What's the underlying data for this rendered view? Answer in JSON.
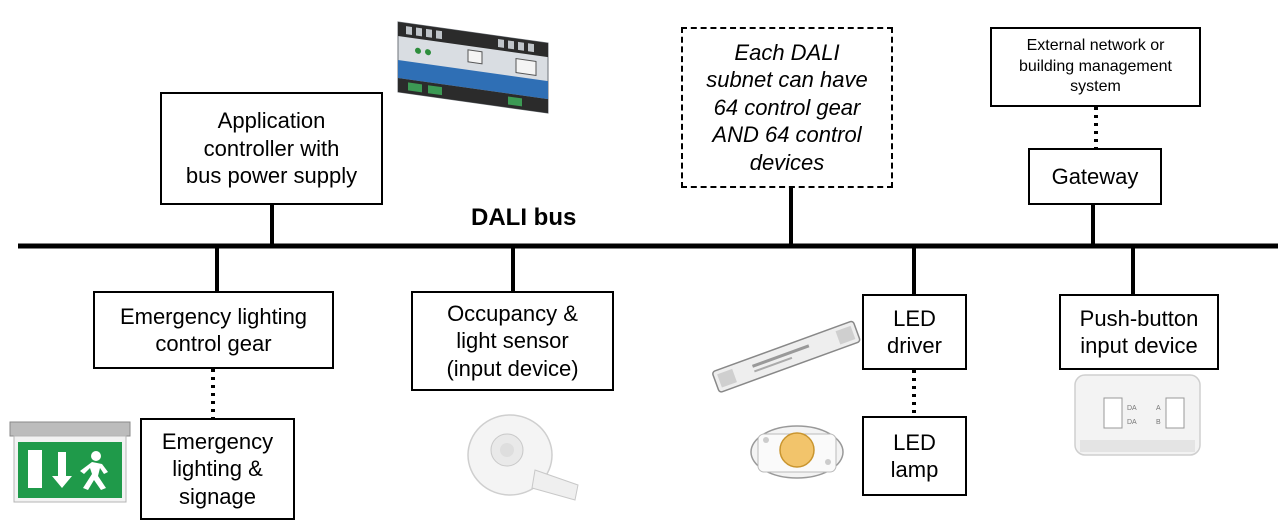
{
  "bus_label": "DALI bus",
  "nodes": {
    "app_controller": "Application\ncontroller with\nbus power supply",
    "subnet_note": "Each DALI\nsubnet can have\n64 control gear\nAND 64 control\ndevices",
    "external_network": "External network or\nbuilding management\nsystem",
    "gateway": "Gateway",
    "emergency_gear": "Emergency lighting\ncontrol gear",
    "emergency_signage": "Emergency\nlighting &\nsignage",
    "occupancy_sensor": "Occupancy &\nlight sensor\n(input device)",
    "led_driver": "LED\ndriver",
    "led_lamp": "LED\nlamp",
    "push_button": "Push-button\ninput device"
  },
  "product_labels": {
    "push_button_panel": [
      "DA",
      "DA",
      "A",
      "B"
    ]
  },
  "colors": {
    "line": "#000000",
    "controller_blue": "#2f6fb5",
    "exit_sign_green": "#1f9a4a",
    "led_chip": "#f2c46b"
  }
}
